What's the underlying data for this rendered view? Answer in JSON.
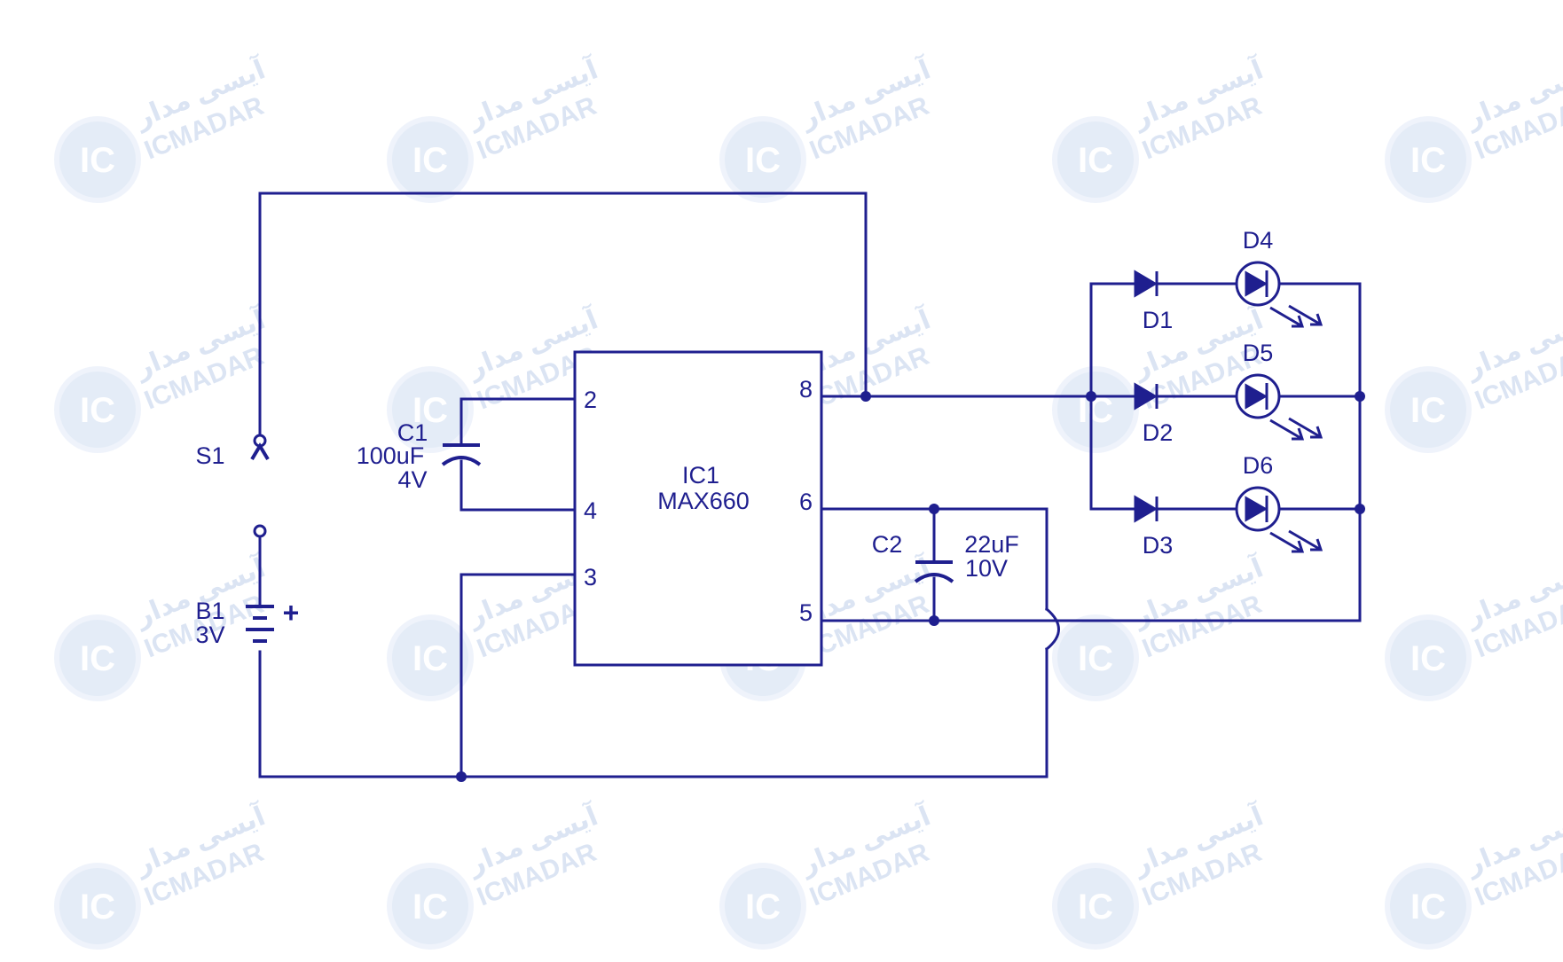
{
  "watermark": {
    "brand_latin": "ICMADAR",
    "brand_persian": "آیسی مدار",
    "logo_text": "IC",
    "color": "#cfdcf0"
  },
  "colors": {
    "wire": "#1f1f8f",
    "background": "#ffffff"
  },
  "components": {
    "ic": {
      "ref": "IC1",
      "part": "MAX660"
    },
    "pins": {
      "p2": "2",
      "p4": "4",
      "p3": "3",
      "p8": "8",
      "p6": "6",
      "p5": "5"
    },
    "c1": {
      "ref": "C1",
      "value": "100uF",
      "voltage": "4V"
    },
    "c2": {
      "ref": "C2",
      "value": "22uF",
      "voltage": "10V"
    },
    "s1": {
      "ref": "S1"
    },
    "b1": {
      "ref": "B1",
      "voltage": "3V",
      "polarity": "+"
    },
    "diodes": {
      "d1": "D1",
      "d2": "D2",
      "d3": "D3"
    },
    "leds": {
      "d4": "D4",
      "d5": "D5",
      "d6": "D6"
    }
  }
}
